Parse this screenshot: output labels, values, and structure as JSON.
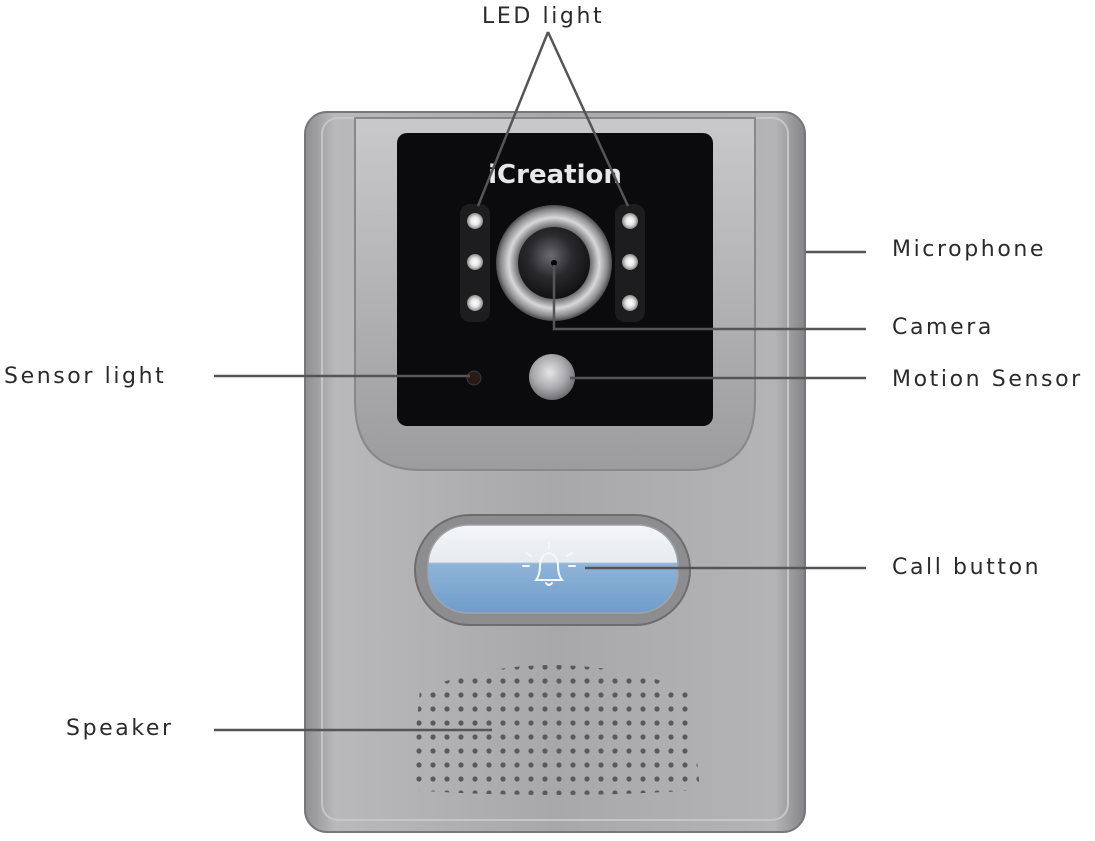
{
  "brand": "iCreation",
  "labels": {
    "led_light": "LED light",
    "microphone": "Microphone",
    "camera": "Camera",
    "sensor_light": "Sensor light",
    "motion_sensor": "Motion Sensor",
    "call_button": "Call button",
    "speaker": "Speaker"
  },
  "colors": {
    "housing": "#a9a9ab",
    "face_panel": "#0b0b0d",
    "call_button_blue": "#7ea9d3",
    "label_text": "#2b2b2b",
    "leader_line": "#555555"
  },
  "icons": {
    "call_button_icon": "bell-icon"
  }
}
